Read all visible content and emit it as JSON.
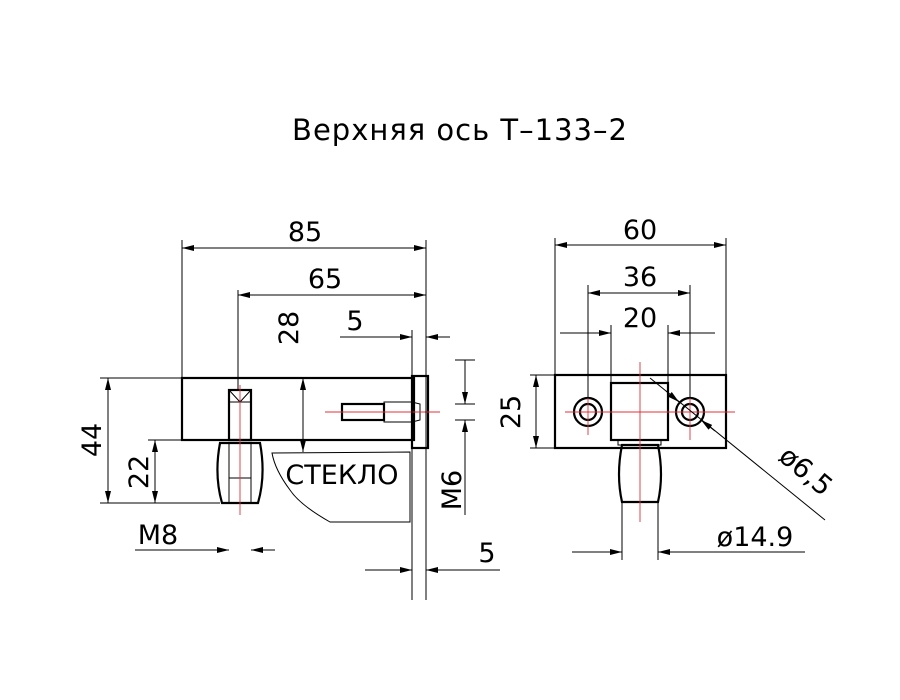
{
  "title": "Верхняя ось T–133–2",
  "side_view": {
    "dim_85": "85",
    "dim_65": "65",
    "dim_5_top": "5",
    "dim_28": "28",
    "dim_44": "44",
    "dim_22": "22",
    "dim_m6": "M6",
    "dim_m8": "M8",
    "dim_5_bottom": "5",
    "glass_label": "СТЕКЛО"
  },
  "front_view": {
    "dim_60": "60",
    "dim_36": "36",
    "dim_20": "20",
    "dim_25": "25",
    "dim_hole": "ø6,5",
    "dim_pin": "ø14.9"
  },
  "colors": {
    "line": "#000000",
    "centerline": "#e0303a"
  }
}
